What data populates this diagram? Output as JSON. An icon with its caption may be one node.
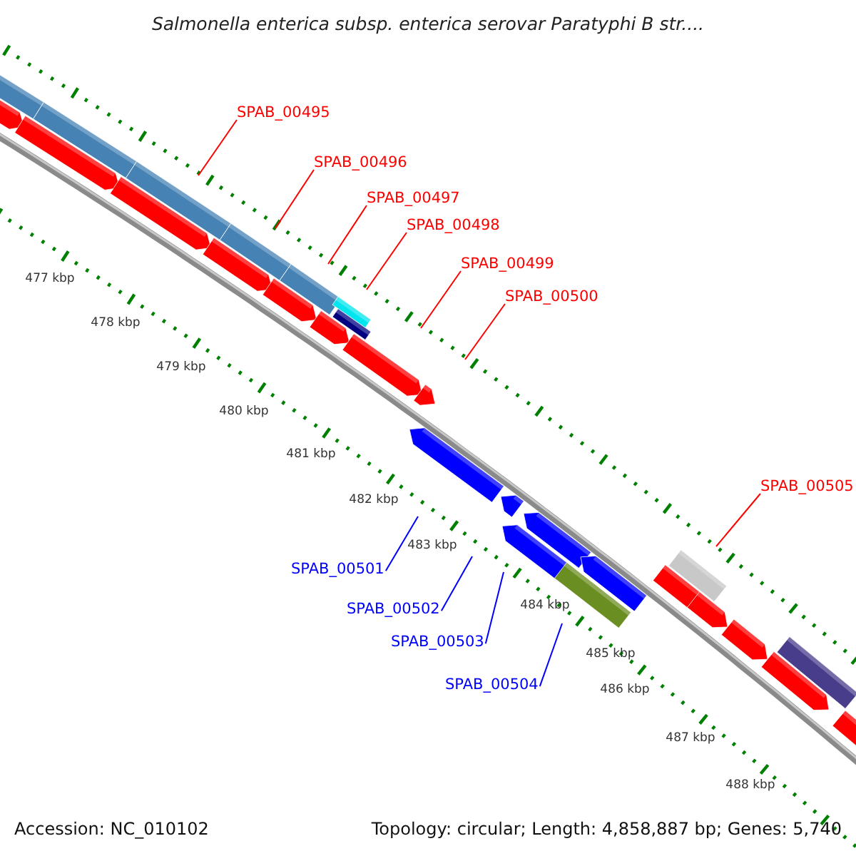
{
  "diagram": {
    "title": "Salmonella enterica subsp. enterica serovar Paratyphi B str....",
    "nodes": [
      {
        "text": [
          "SPAB_00495"
        ]
      },
      {
        "text": [
          "SPAB_00496"
        ]
      },
      {
        "text": [
          "SPAB_00497"
        ]
      },
      {
        "text": [
          "SPAB_00498"
        ]
      },
      {
        "text": [
          "SPAB_00499"
        ]
      },
      {
        "text": [
          "SPAB_00500"
        ]
      },
      {
        "text": [
          "SPAB_00505"
        ]
      },
      {
        "text": [
          "SPAB_00501"
        ]
      },
      {
        "text": [
          "SPAB_00502"
        ]
      },
      {
        "text": [
          "SPAB_00503"
        ]
      },
      {
        "text": [
          "SPAB_00504"
        ]
      }
    ],
    "edges": [
      {
        "from": 0,
        "to": null,
        "arrow": "none"
      },
      {
        "from": 1,
        "to": null,
        "arrow": "none"
      },
      {
        "from": 2,
        "to": null,
        "arrow": "none"
      },
      {
        "from": 3,
        "to": null,
        "arrow": "none"
      },
      {
        "from": 4,
        "to": null,
        "arrow": "none"
      },
      {
        "from": 5,
        "to": null,
        "arrow": "none"
      },
      {
        "from": 6,
        "to": null,
        "arrow": "none"
      },
      {
        "from": 7,
        "to": null,
        "arrow": "none",
        "color": "#0000ff"
      },
      {
        "from": 8,
        "to": null,
        "arrow": "none",
        "color": "#0000ff"
      },
      {
        "from": 9,
        "to": null,
        "arrow": "none",
        "color": "#0000ff"
      },
      {
        "from": 10,
        "to": null,
        "arrow": "none",
        "color": "#0000ff"
      }
    ],
    "labels": [
      "477 kbp",
      "478 kbp",
      "479 kbp",
      "480 kbp",
      "481 kbp",
      "482 kbp",
      "483 kbp",
      "484 kbp",
      "485 kbp",
      "486 kbp",
      "487 kbp",
      "488 kbp",
      "Accession: NC_010102",
      "Topology: circular; Length: 4,858,887 bp; Genes: 5,740"
    ]
  }
}
